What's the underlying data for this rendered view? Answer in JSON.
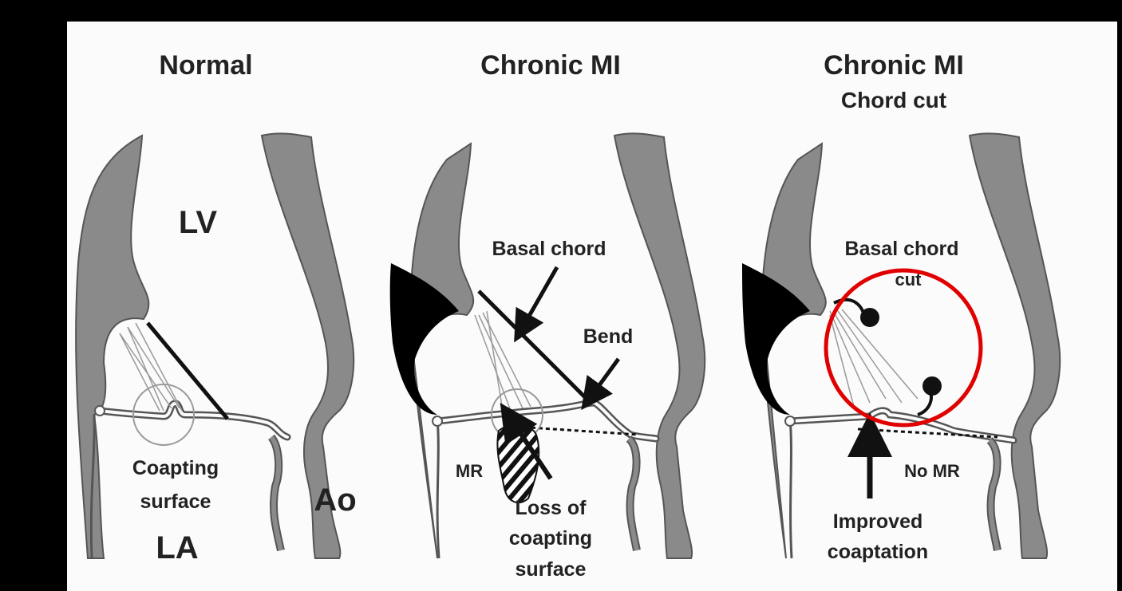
{
  "panels": [
    {
      "title": "Normal",
      "subtitle": ""
    },
    {
      "title": "Chronic MI",
      "subtitle": ""
    },
    {
      "title": "Chronic MI",
      "subtitle": "Chord cut"
    }
  ],
  "labels": {
    "lv": "LV",
    "la": "LA",
    "ao": "Ao",
    "coapting_1": "Coapting",
    "coapting_2": "surface",
    "basal_chord": "Basal chord",
    "bend": "Bend",
    "mr": "MR",
    "loss_1": "Loss of",
    "loss_2": "coapting",
    "loss_3": "surface",
    "basal_cut_1": "Basal chord",
    "basal_cut_2": "cut",
    "no_mr": "No MR",
    "improved_1": "Improved",
    "improved_2": "coaptation"
  },
  "colors": {
    "background": "#fbfbfb",
    "frame": "#000000",
    "wall": "#8a8a8a",
    "outline": "#555555",
    "chord": "#111111",
    "highlight_circle": "#e00000"
  }
}
